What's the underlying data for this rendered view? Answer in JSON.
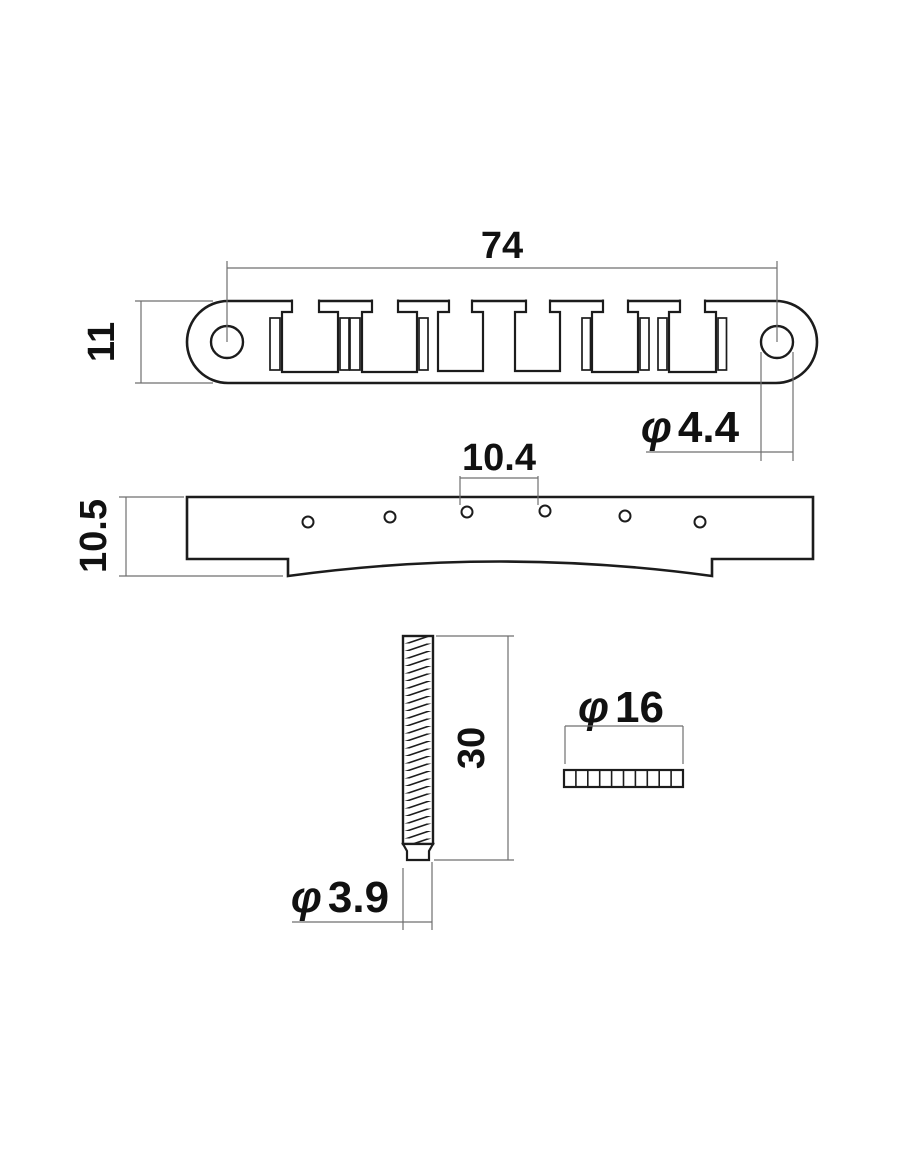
{
  "drawing": {
    "background": "#ffffff",
    "line_color": "#1c1c1c",
    "dim_line_color": "#6f6f6f",
    "dimensions": {
      "post_spacing": "74",
      "body_width": "11",
      "post_hole_dia_symbol": "φ",
      "post_hole_dia_value": "4.4",
      "string_pitch": "10.4",
      "side_profile_height": "10.5",
      "stud_length": "30",
      "stud_dia_symbol": "φ",
      "stud_dia_value": "3.9",
      "wheel_dia_symbol": "φ",
      "wheel_dia_value": "16"
    }
  }
}
